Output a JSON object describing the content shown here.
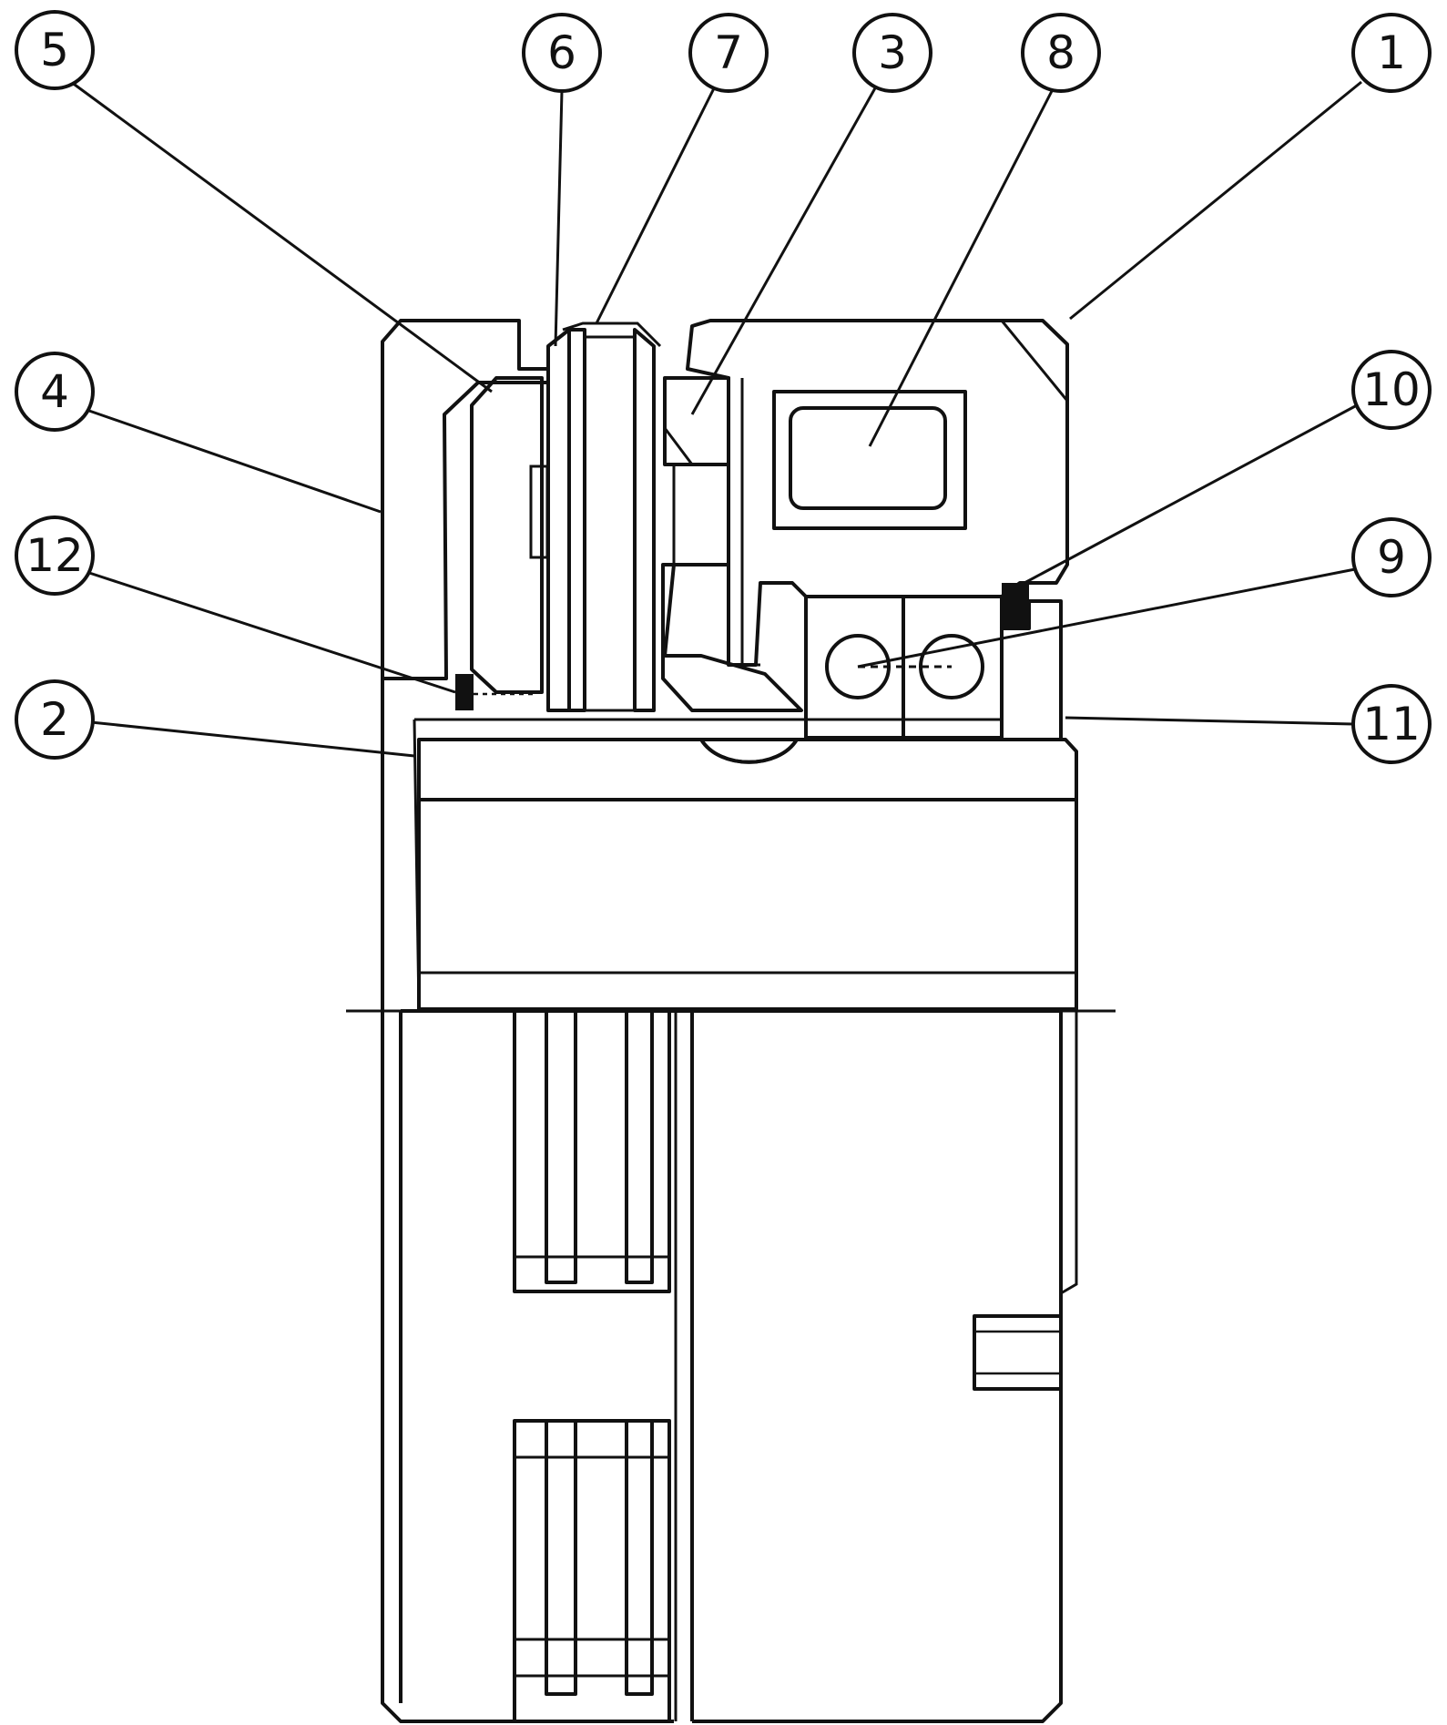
{
  "callouts": [
    {
      "label": "5"
    },
    {
      "label": "6"
    },
    {
      "label": "7"
    },
    {
      "label": "3"
    },
    {
      "label": "8"
    },
    {
      "label": "1"
    },
    {
      "label": "4"
    },
    {
      "label": "10"
    },
    {
      "label": "12"
    },
    {
      "label": "9"
    },
    {
      "label": "2"
    },
    {
      "label": "11"
    }
  ],
  "colors": {
    "line": "#111111",
    "background": "#ffffff",
    "coil": "#8a8a8a",
    "seal": "#111111"
  }
}
